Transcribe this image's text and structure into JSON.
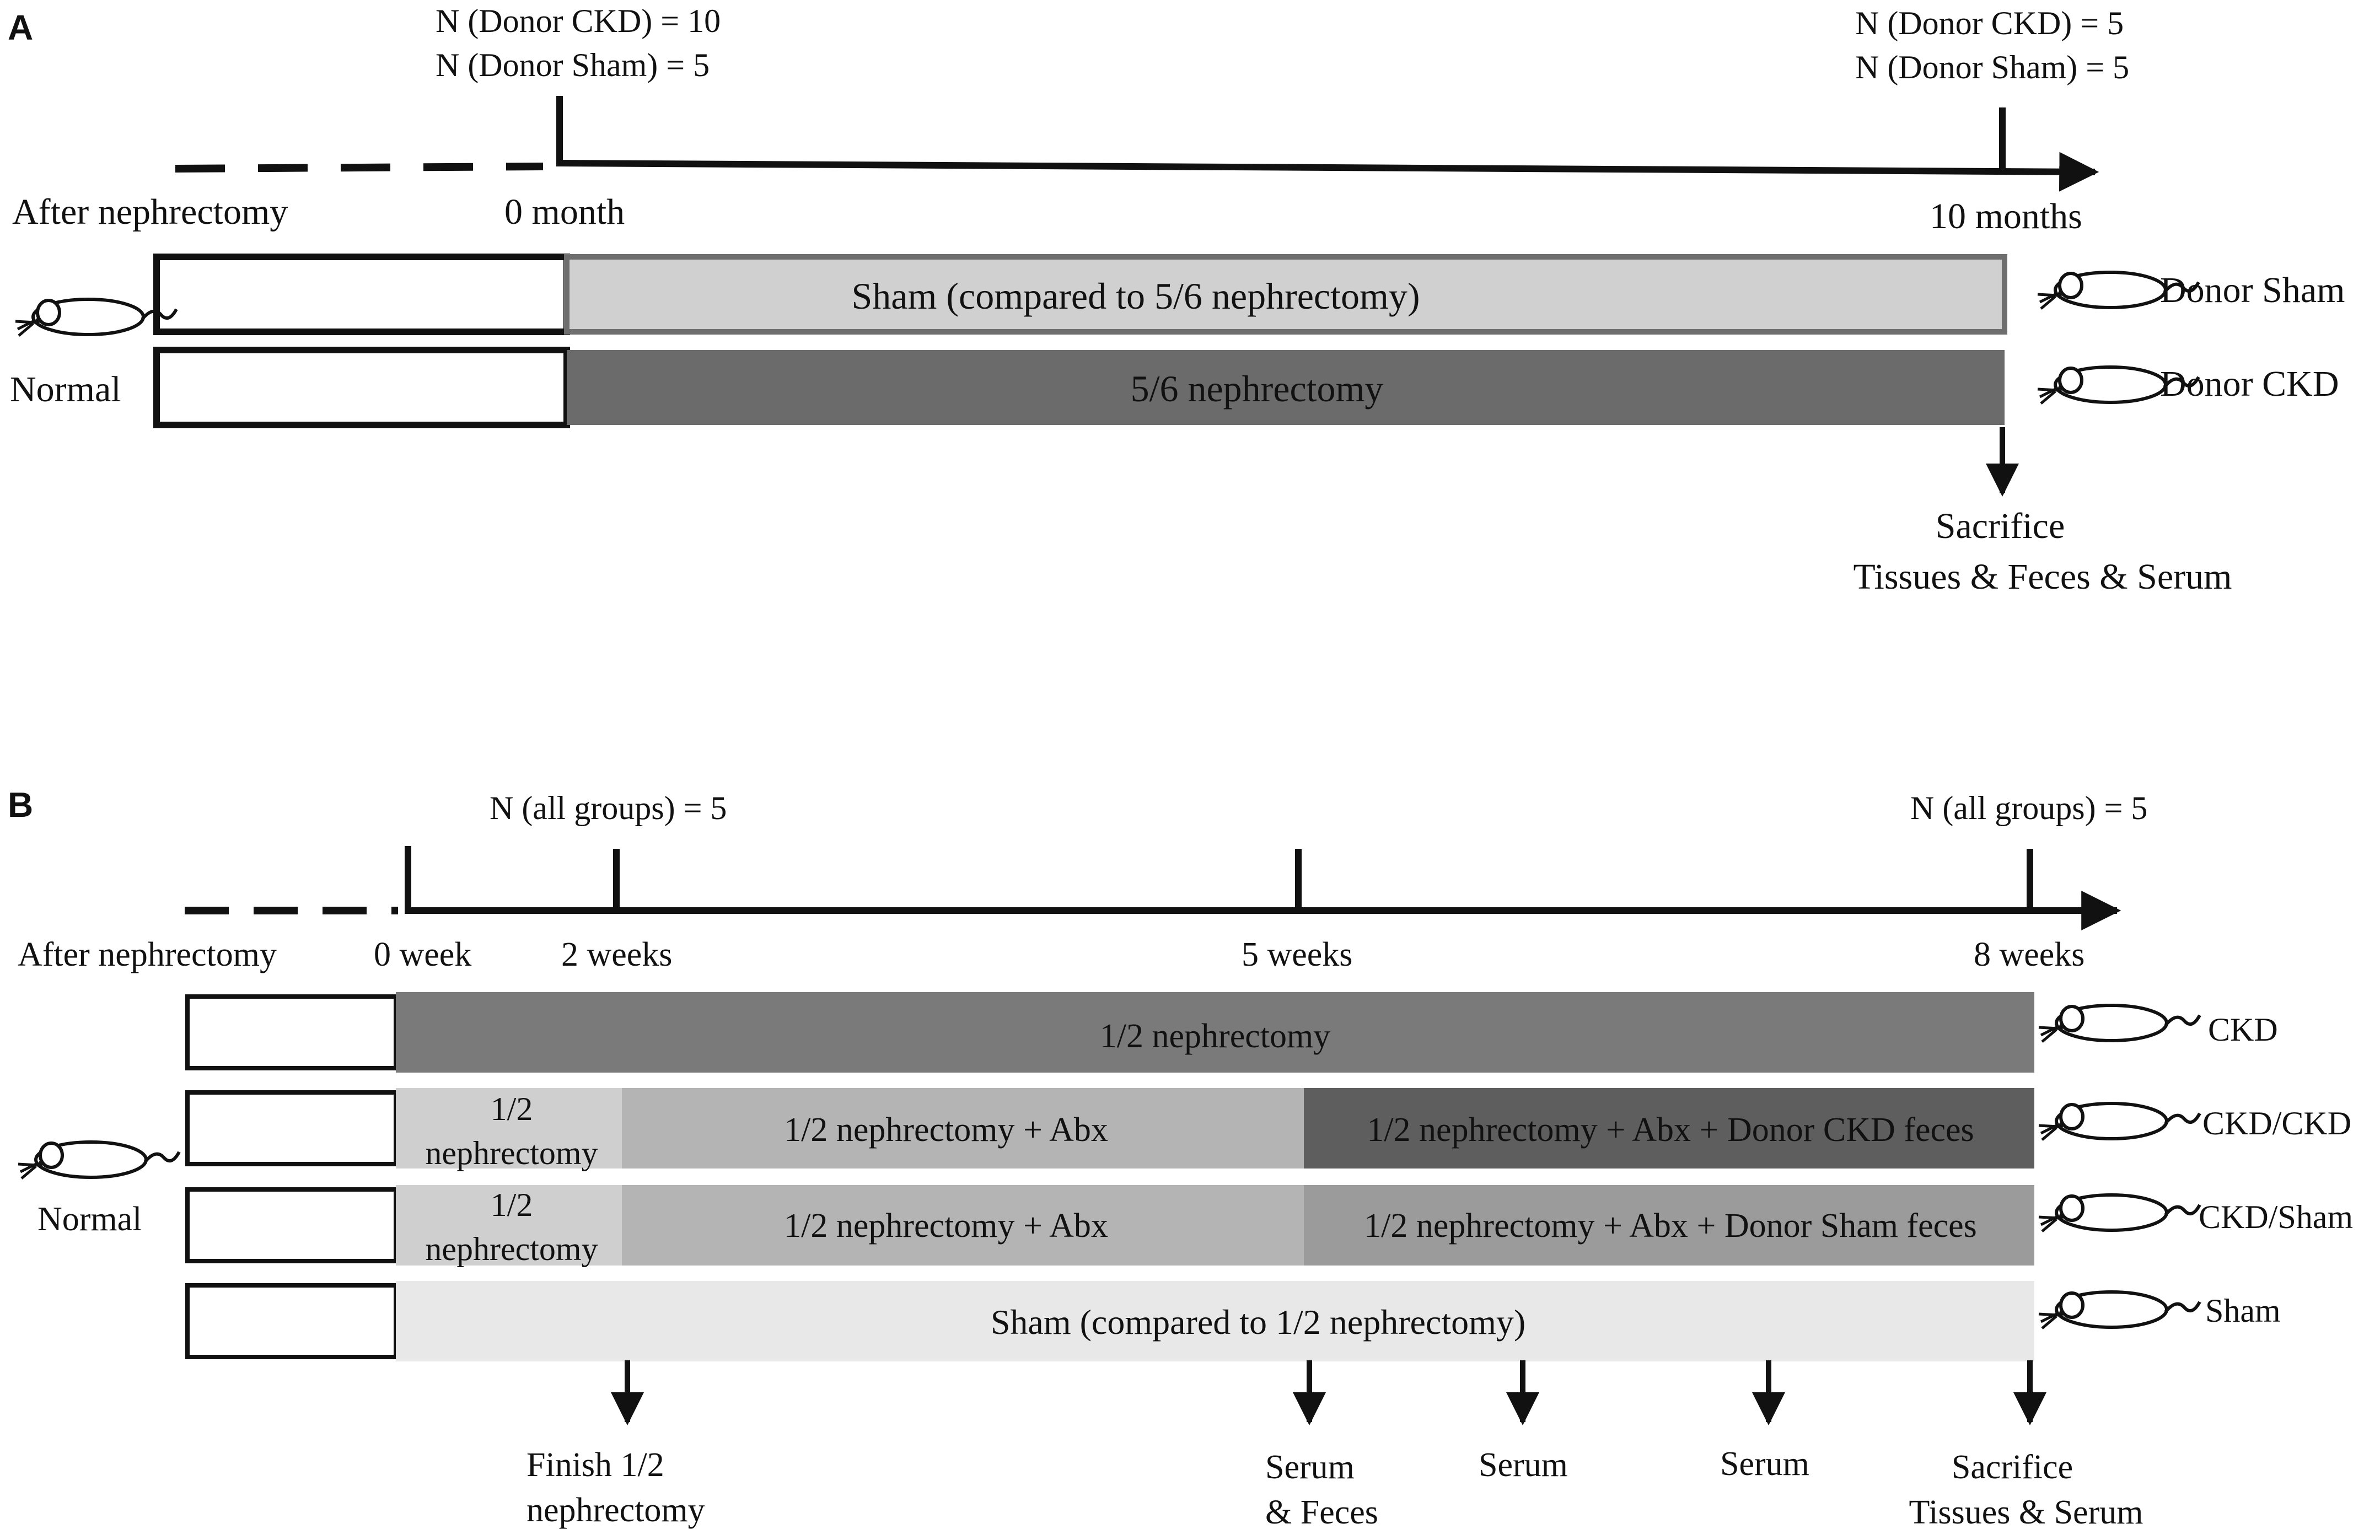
{
  "colors": {
    "ink": "#111111",
    "sham_a": "#d0d0d0",
    "ckd_a": "#6b6b6b",
    "ckd_b": "#7a7a7a",
    "half_light": "#cfcfcf",
    "abx": "#b4b4b4",
    "donor_ckd_feces": "#5e5e5e",
    "donor_sham_feces": "#9b9b9b",
    "sham_b": "#e8e8e8",
    "box_fill": "#ffffff"
  },
  "panel_a": {
    "label": "A",
    "n_start_ckd": "N (Donor CKD) = 10",
    "n_start_sham": "N (Donor Sham) = 5",
    "n_end_ckd": "N (Donor CKD) = 5",
    "n_end_sham": "N (Donor Sham) = 5",
    "after_label": "After nephrectomy",
    "t0_label": "0 month",
    "t_end_label": "10 months",
    "normal_label": "Normal",
    "bar_sham_label": "Sham (compared to 5/6  nephrectomy)",
    "bar_ckd_label": "5/6  nephrectomy",
    "group_sham_label": "Donor Sham",
    "group_ckd_label": "Donor CKD",
    "sacrifice_label": "Sacrifice",
    "collect_label": "Tissues & Feces & Serum",
    "mouse_icon": "mouse-icon"
  },
  "panel_b": {
    "label": "B",
    "n_start": "N (all groups) = 5",
    "n_end": "N (all groups) = 5",
    "after_label": "After nephrectomy",
    "t0_label": "0 week",
    "t2_label": "2 weeks",
    "t5_label": "5 weeks",
    "t8_label": "8 weeks",
    "normal_label": "Normal",
    "row_ckd_label": "1/2 nephrectomy",
    "row_ckdckd_p1_line1": "1/2",
    "row_ckdckd_p1_line2": "nephrectomy",
    "row_ckdckd_p2": "1/2 nephrectomy + Abx",
    "row_ckdckd_p3": "1/2 nephrectomy + Abx + Donor CKD feces",
    "row_ckdsham_p1_line1": "1/2",
    "row_ckdsham_p1_line2": "nephrectomy",
    "row_ckdsham_p2": "1/2 nephrectomy + Abx",
    "row_ckdsham_p3": "1/2 nephrectomy + Abx + Donor Sham feces",
    "row_sham_label": "Sham (compared to 1/2 nephrectomy)",
    "group_ckd": "CKD",
    "group_ckdckd": "CKD/CKD",
    "group_ckdsham": "CKD/Sham",
    "group_sham": "Sham",
    "finish_line1": "Finish 1/2",
    "finish_line2": "nephrectomy",
    "serum_feces_line1": "Serum",
    "serum_feces_line2": "& Feces",
    "serum_a": "Serum",
    "serum_b": "Serum",
    "sacrifice_label": "Sacrifice",
    "collect_label": "Tissues & Serum",
    "mouse_icon": "mouse-icon"
  }
}
